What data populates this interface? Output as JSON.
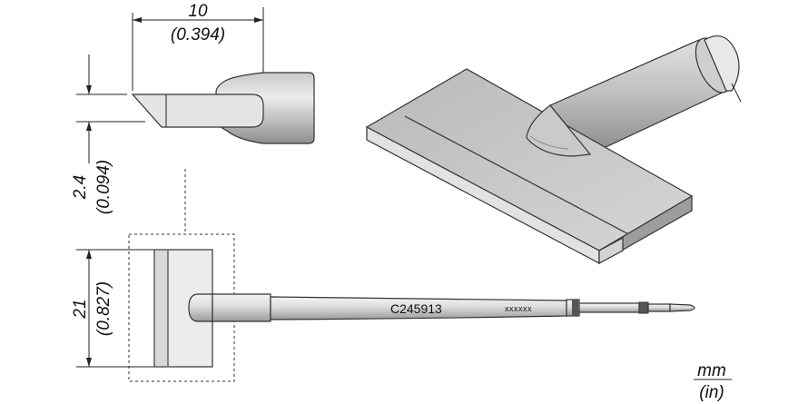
{
  "dimensions": {
    "length": {
      "mm": "10",
      "in": "(0.394)"
    },
    "thickness": {
      "mm": "2.4",
      "in": "(0.094)"
    },
    "width": {
      "mm": "21",
      "in": "(0.827)"
    }
  },
  "part_number": "C245913",
  "marking": "xxxxxx",
  "units": {
    "primary": "mm",
    "secondary": "(in)"
  },
  "colors": {
    "outline": "#333333",
    "metal_light": "#e6e6e6",
    "metal_mid": "#c9c9c9",
    "metal_dark": "#9a9a9a",
    "band": "#555555"
  }
}
